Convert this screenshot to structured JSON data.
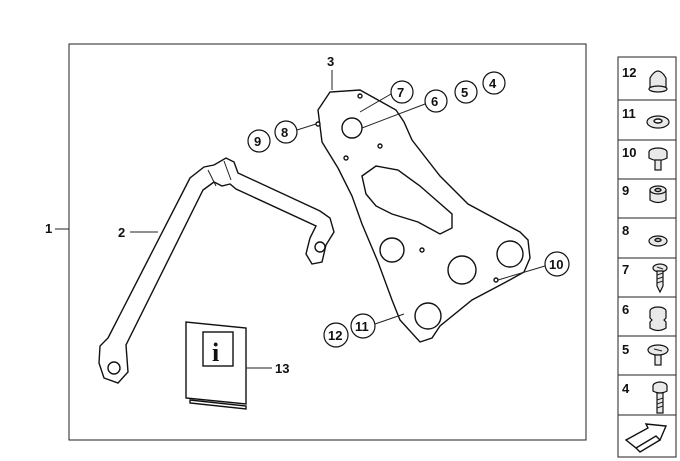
{
  "callouts": {
    "c1": "1",
    "c2": "2",
    "c3": "3",
    "c4": "4",
    "c5": "5",
    "c6": "6",
    "c7": "7",
    "c8": "8",
    "c9": "9",
    "c10": "10",
    "c11": "11",
    "c12": "12",
    "c13": "13"
  },
  "info_booklet": {
    "glyph": "i"
  },
  "side_panel": {
    "items": [
      {
        "number": "12",
        "icon": "cap-nut-icon"
      },
      {
        "number": "11",
        "icon": "washer-icon"
      },
      {
        "number": "10",
        "icon": "screw-short-icon"
      },
      {
        "number": "9",
        "icon": "nut-icon"
      },
      {
        "number": "8",
        "icon": "washer-small-icon"
      },
      {
        "number": "7",
        "icon": "self-tapping-screw-icon"
      },
      {
        "number": "6",
        "icon": "rubber-grommet-icon"
      },
      {
        "number": "5",
        "icon": "flat-head-screw-icon"
      },
      {
        "number": "4",
        "icon": "bolt-icon"
      }
    ],
    "arrow_icon": "assembly-arrow-icon"
  }
}
